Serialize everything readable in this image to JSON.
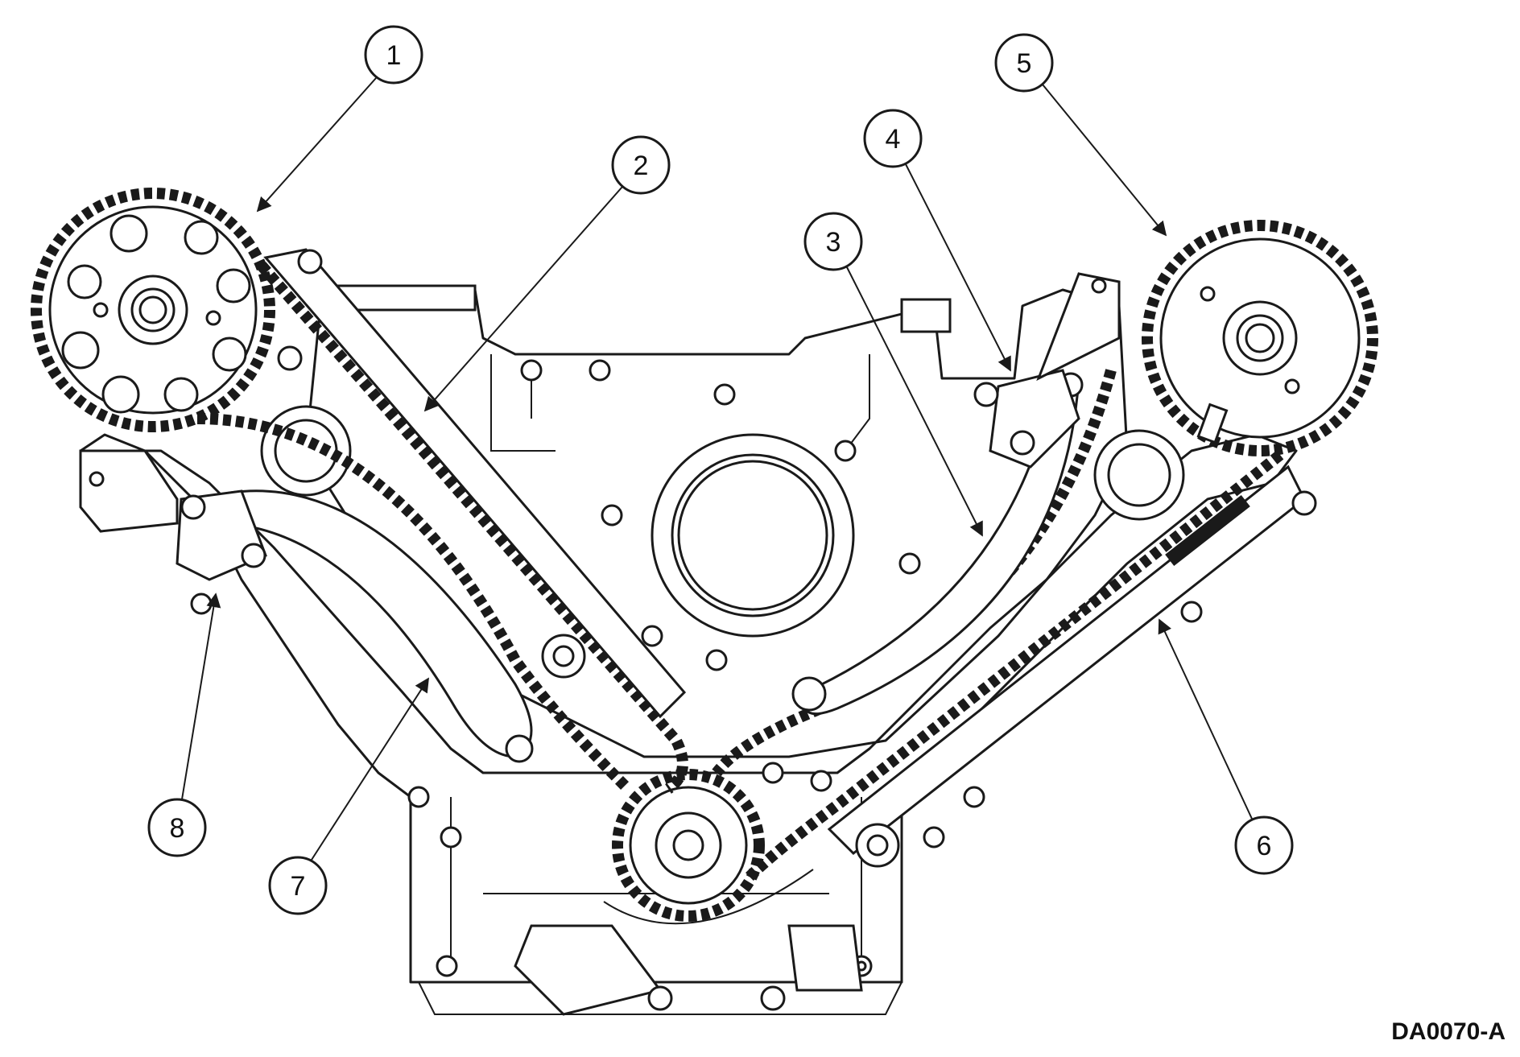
{
  "figure_code": "DA0070-A",
  "callouts": [
    {
      "id": "1",
      "label": "1"
    },
    {
      "id": "2",
      "label": "2"
    },
    {
      "id": "3",
      "label": "3"
    },
    {
      "id": "4",
      "label": "4"
    },
    {
      "id": "5",
      "label": "5"
    },
    {
      "id": "6",
      "label": "6"
    },
    {
      "id": "7",
      "label": "7"
    },
    {
      "id": "8",
      "label": "8"
    }
  ]
}
